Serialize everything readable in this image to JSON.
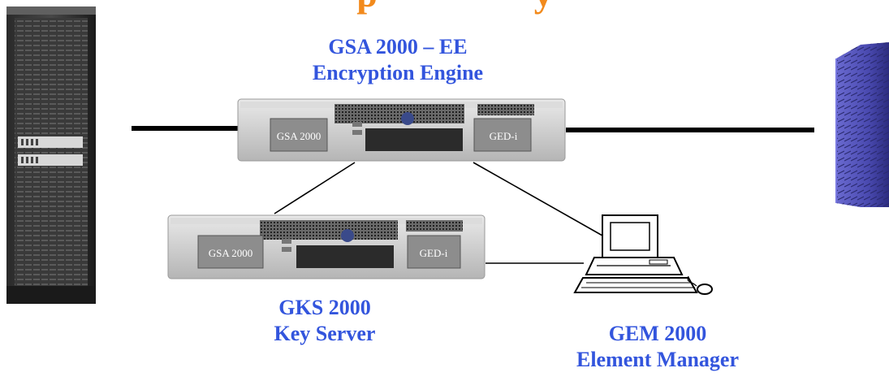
{
  "header": {
    "title_fragment": "p"
  },
  "encryption_engine": {
    "line1": "GSA 2000 – EE",
    "line2": "Encryption Engine",
    "left_bay_label": "GSA 2000",
    "right_bay_label": "GED-i"
  },
  "key_server": {
    "line1": "GKS 2000",
    "line2": "Key Server",
    "left_bay_label": "GSA 2000",
    "right_bay_label": "GED-i"
  },
  "element_manager": {
    "line1": "GEM 2000",
    "line2": "Element Manager"
  },
  "colors": {
    "label_blue": "#3355dd",
    "title_orange": "#f28a1c",
    "array_purple": "#4a4ab0"
  }
}
